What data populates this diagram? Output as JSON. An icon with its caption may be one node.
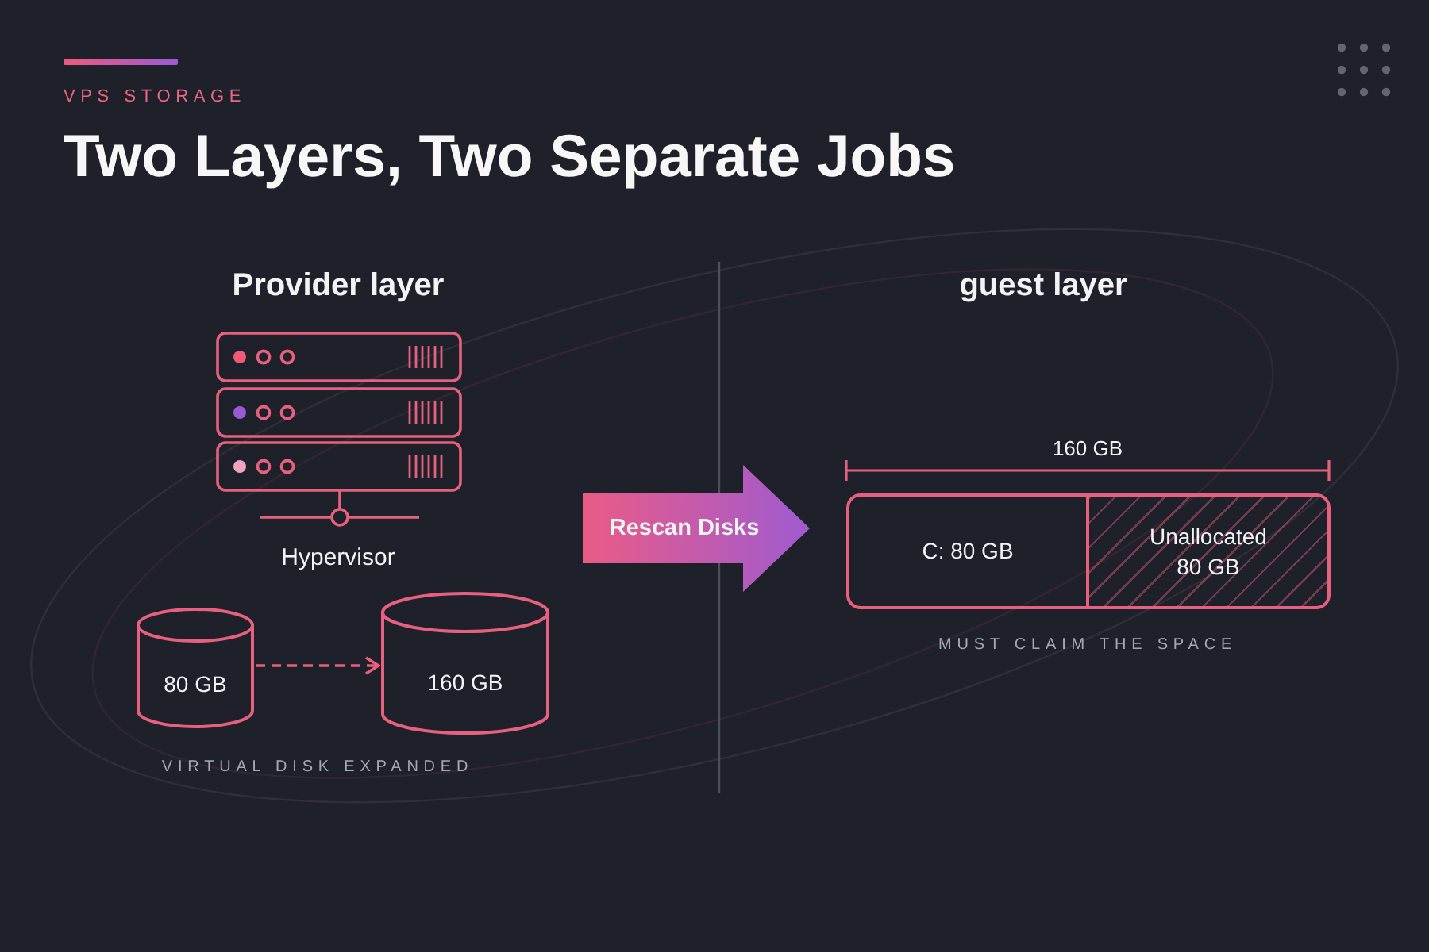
{
  "diagram": {
    "title": "Two Layers, Two Separate Jobs",
    "nodes": [
      {
        "text": [
          "80 GB"
        ]
      },
      {
        "text": [
          "160 GB"
        ]
      },
      {
        "text": [
          "Rescan Disks"
        ]
      },
      {
        "text": [
          "C: 80 GB"
        ]
      },
      {
        "text": [
          "Unallocated 80 GB"
        ]
      }
    ],
    "edges": [
      {
        "from": 0,
        "to": 1,
        "arrow": "to",
        "style": "dashed"
      }
    ],
    "labels": [
      "VPS STORAGE",
      "Provider layer",
      "guest layer",
      "160 GB",
      "Hypervisor",
      "MUST CLAIM THE SPACE",
      "VIRTUAL DISK EXPANDED"
    ]
  }
}
